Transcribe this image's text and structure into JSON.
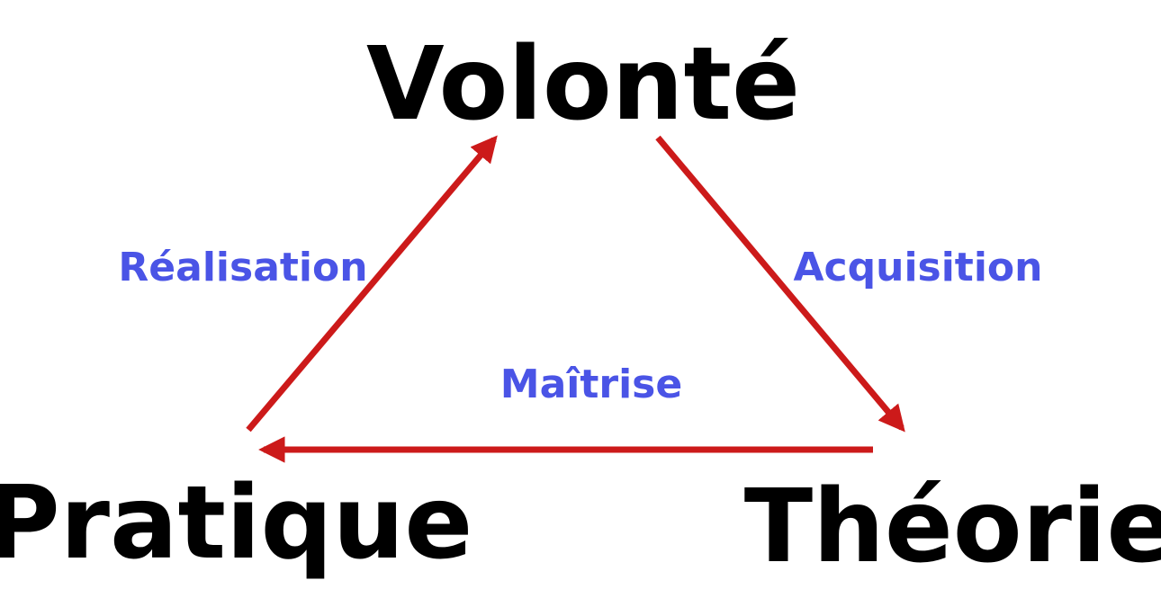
{
  "nodes": {
    "top": "Volonté",
    "left": "Pratique",
    "right": "Théorie"
  },
  "edges": {
    "left": "Réalisation",
    "right": "Acquisition",
    "bottom": "Maîtrise"
  },
  "colors": {
    "node_text": "#000000",
    "edge_text": "#4a54e6",
    "arrow": "#cc1a1a"
  }
}
